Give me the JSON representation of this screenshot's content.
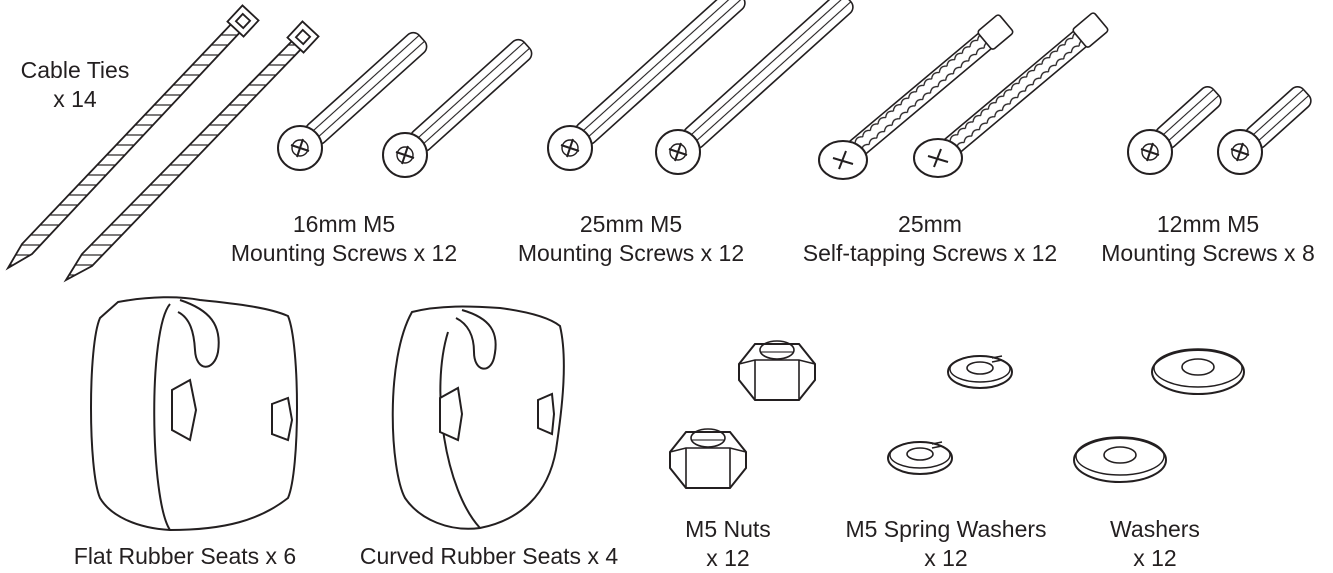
{
  "parts": {
    "cable_ties": {
      "line1": "Cable Ties",
      "line2": "x 14"
    },
    "screws_16mm": {
      "line1": "16mm M5",
      "line2": "Mounting Screws x 12"
    },
    "screws_25mm": {
      "line1": "25mm M5",
      "line2": "Mounting Screws x 12"
    },
    "self_tapping": {
      "line1": "25mm",
      "line2": "Self-tapping Screws x 12"
    },
    "screws_12mm": {
      "line1": "12mm M5",
      "line2": "Mounting Screws x 8"
    },
    "flat_seats": {
      "line1": "Flat Rubber Seats x 6"
    },
    "curved_seats": {
      "line1": "Curved Rubber Seats x 4"
    },
    "nuts": {
      "line1": "M5 Nuts",
      "line2": "x 12"
    },
    "spring_washers": {
      "line1": "M5 Spring Washers",
      "line2": "x 12"
    },
    "washers": {
      "line1": "Washers",
      "line2": "x 12"
    }
  },
  "colors": {
    "line": "#231f20",
    "fill": "#ffffff"
  }
}
